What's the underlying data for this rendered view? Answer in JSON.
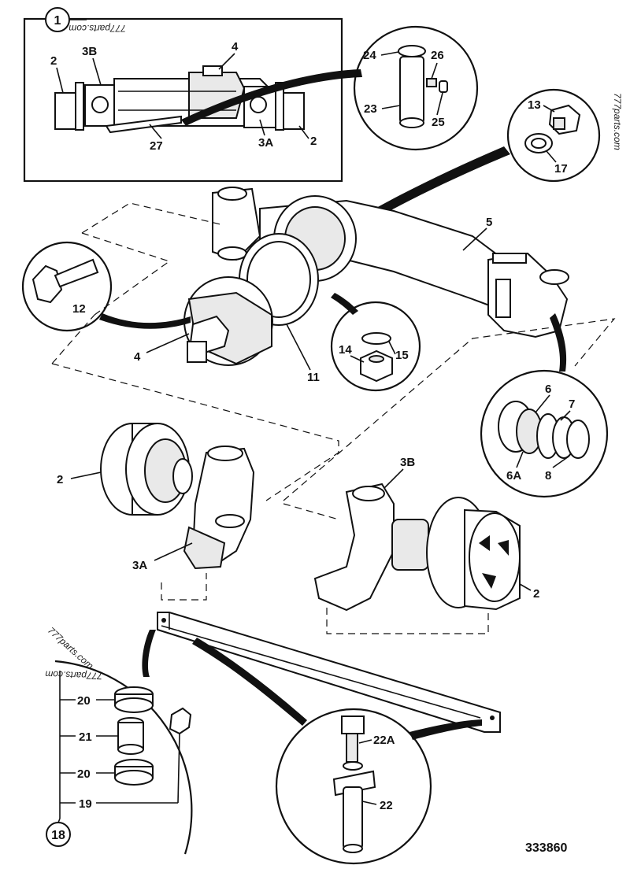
{
  "diagram": {
    "drawing_number": "333860",
    "watermarks": [
      "777parts.com",
      "777parts.com",
      "777parts.com",
      "777parts.com"
    ],
    "callouts": {
      "c1": "1",
      "c18": "18"
    },
    "labels": {
      "l2a": "2",
      "l3B_top": "3B",
      "l4_top": "4",
      "l27": "27",
      "l3A_top": "3A",
      "l2b": "2",
      "l24": "24",
      "l26": "26",
      "l23": "23",
      "l25": "25",
      "l13": "13",
      "l17": "17",
      "l5": "5",
      "l12": "12",
      "l4": "4",
      "l11": "11",
      "l14": "14",
      "l15": "15",
      "l6": "6",
      "l7": "7",
      "l6A": "6A",
      "l8": "8",
      "l2_hub": "2",
      "l3A": "3A",
      "l3B": "3B",
      "l2_right": "2",
      "l20a": "20",
      "l21": "21",
      "l20b": "20",
      "l19": "19",
      "l22A": "22A",
      "l22": "22"
    }
  }
}
